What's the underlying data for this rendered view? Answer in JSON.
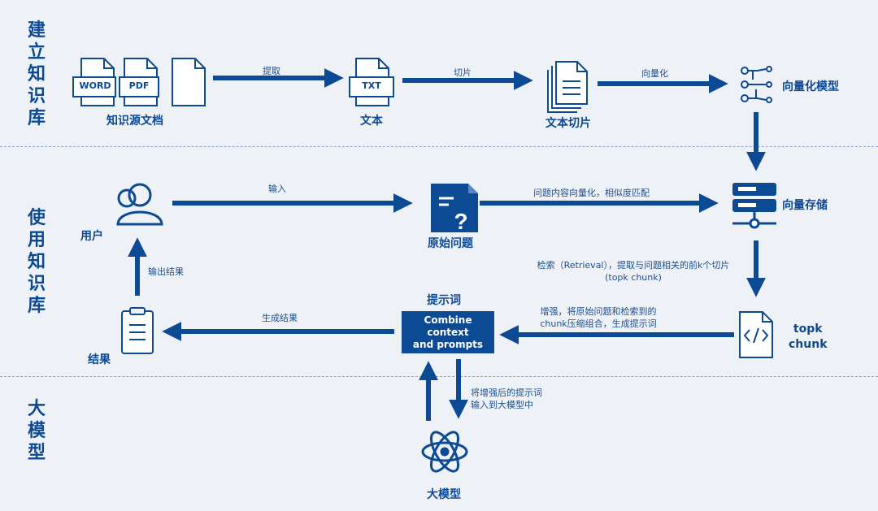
{
  "sections": [
    {
      "title": [
        "建",
        "立",
        "知",
        "识",
        "库"
      ]
    },
    {
      "title": [
        "使",
        "用",
        "知",
        "识",
        "库"
      ]
    },
    {
      "title": [
        "大",
        "模",
        "型"
      ]
    }
  ],
  "nodes": {
    "source_docs": "知识源文档",
    "word_label": "WORD",
    "pdf_label": "PDF",
    "text": "文本",
    "txt_label": "TXT",
    "text_chunks": "文本切片",
    "vector_model": "向量化模型",
    "vector_store": "向量存储",
    "user": "用户",
    "original_question": "原始问题",
    "prompt_title": "提示词",
    "combine": [
      "Combine context",
      "and prompts"
    ],
    "topk": [
      "topk",
      "chunk"
    ],
    "result": "结果",
    "llm": "大模型"
  },
  "edges": {
    "extract": "提取",
    "chunk": "切片",
    "vectorize": "向量化",
    "input": "输入",
    "question_vectorize": "问题内容向量化，相似度匹配",
    "retrieval": [
      "检索（Retrieval），提取与问题相关的前k个切片",
      "(topk chunk)"
    ],
    "augment": [
      "增强，将原始问题和检索到的",
      "chunk压缩组合，生成提示词"
    ],
    "generate": "生成结果",
    "output": "输出结果",
    "to_llm": [
      "将增强后的提示词",
      "输入到大模型中"
    ]
  },
  "colors": {
    "primary": "#0d4a94",
    "background": "#eef1f6"
  }
}
